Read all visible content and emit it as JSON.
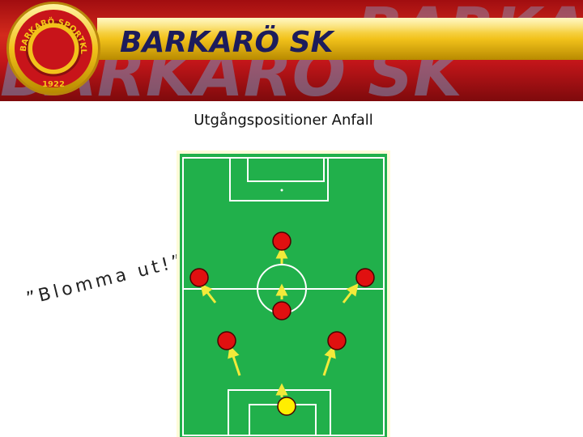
{
  "banner": {
    "club_name": "BARKARÖ SK",
    "watermark": "BARKARÖ SK",
    "crest": {
      "ring_text": "BARKARÖ SPORTKLUBB",
      "year": "1922"
    }
  },
  "slide": {
    "title": "Utgångspositioner Anfall",
    "slogan": "”Blomma ut!”"
  },
  "colors": {
    "banner_red": "#c4161a",
    "banner_text": "#1c1c5c",
    "pitch_green": "#21b04b",
    "pitch_lines": "#ffffff",
    "player_red": "#e01010",
    "keeper_yellow": "#ffee00",
    "arrow_yellow": "#f2ea3a"
  },
  "players": [
    {
      "role": "forward",
      "color": "red"
    },
    {
      "role": "left-wing",
      "color": "red"
    },
    {
      "role": "right-wing",
      "color": "red"
    },
    {
      "role": "center-mid",
      "color": "red"
    },
    {
      "role": "left-back",
      "color": "red"
    },
    {
      "role": "right-back",
      "color": "red"
    },
    {
      "role": "goalkeeper",
      "color": "yellow"
    }
  ]
}
